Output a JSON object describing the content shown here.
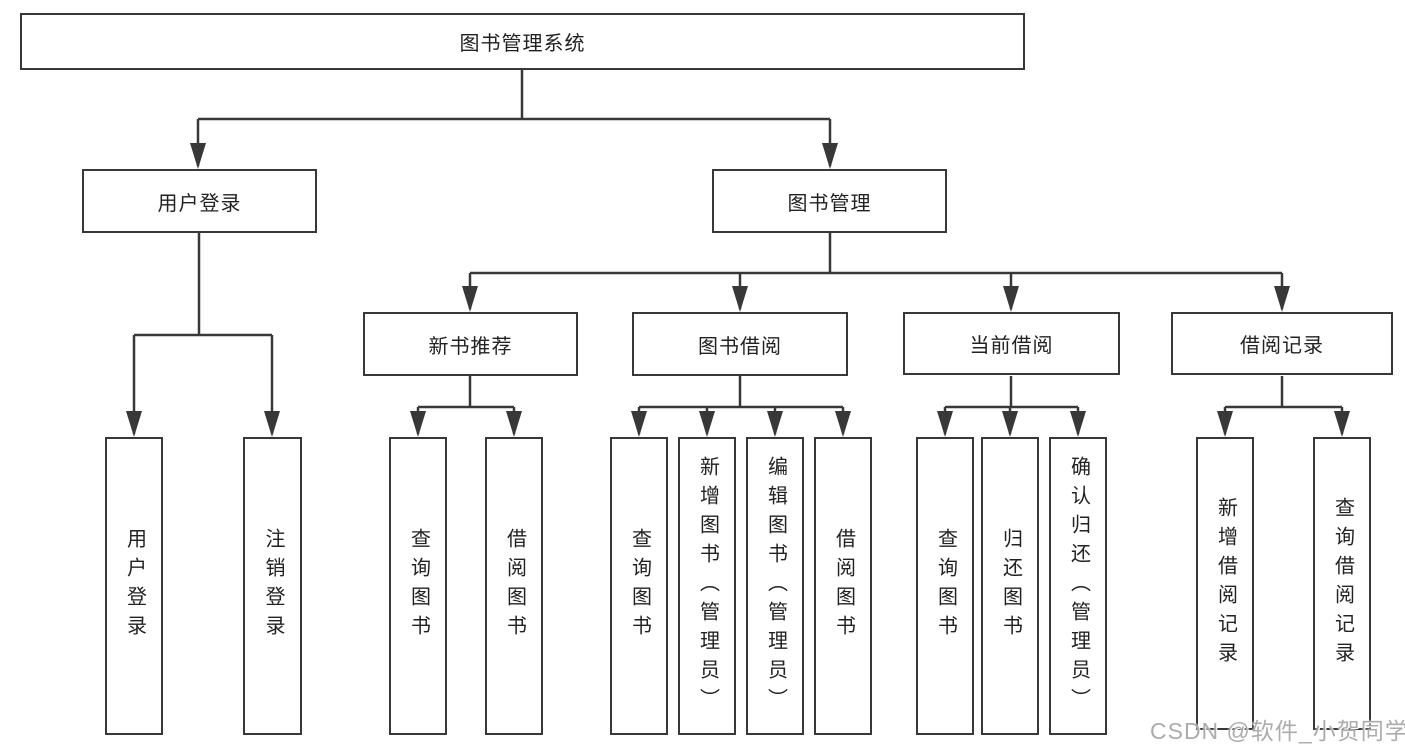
{
  "root": {
    "label": "图书管理系统"
  },
  "level2": [
    {
      "label": "用户登录"
    },
    {
      "label": "图书管理"
    }
  ],
  "level3": [
    {
      "label": "新书推荐"
    },
    {
      "label": "图书借阅"
    },
    {
      "label": "当前借阅"
    },
    {
      "label": "借阅记录"
    }
  ],
  "leaves": [
    {
      "parent": "用户登录",
      "label": "用户登录"
    },
    {
      "parent": "用户登录",
      "label": "注销登录"
    },
    {
      "parent": "新书推荐",
      "label": "查询图书"
    },
    {
      "parent": "新书推荐",
      "label": "借阅图书"
    },
    {
      "parent": "图书借阅",
      "label": "查询图书"
    },
    {
      "parent": "图书借阅",
      "label": "新增图书（管理员）"
    },
    {
      "parent": "图书借阅",
      "label": "编辑图书（管理员）"
    },
    {
      "parent": "图书借阅",
      "label": "借阅图书"
    },
    {
      "parent": "当前借阅",
      "label": "查询图书"
    },
    {
      "parent": "当前借阅",
      "label": "归还图书"
    },
    {
      "parent": "当前借阅",
      "label": "确认归还（管理员）"
    },
    {
      "parent": "借阅记录",
      "label": "新增借阅记录"
    },
    {
      "parent": "借阅记录",
      "label": "查询借阅记录"
    }
  ],
  "watermark": {
    "text": "CSDN @软件_小贺同学"
  },
  "colors": {
    "line": "#383838",
    "box_border": "#383838",
    "text": "#222222",
    "watermark": "#a5a5a5",
    "background": "#ffffff"
  }
}
